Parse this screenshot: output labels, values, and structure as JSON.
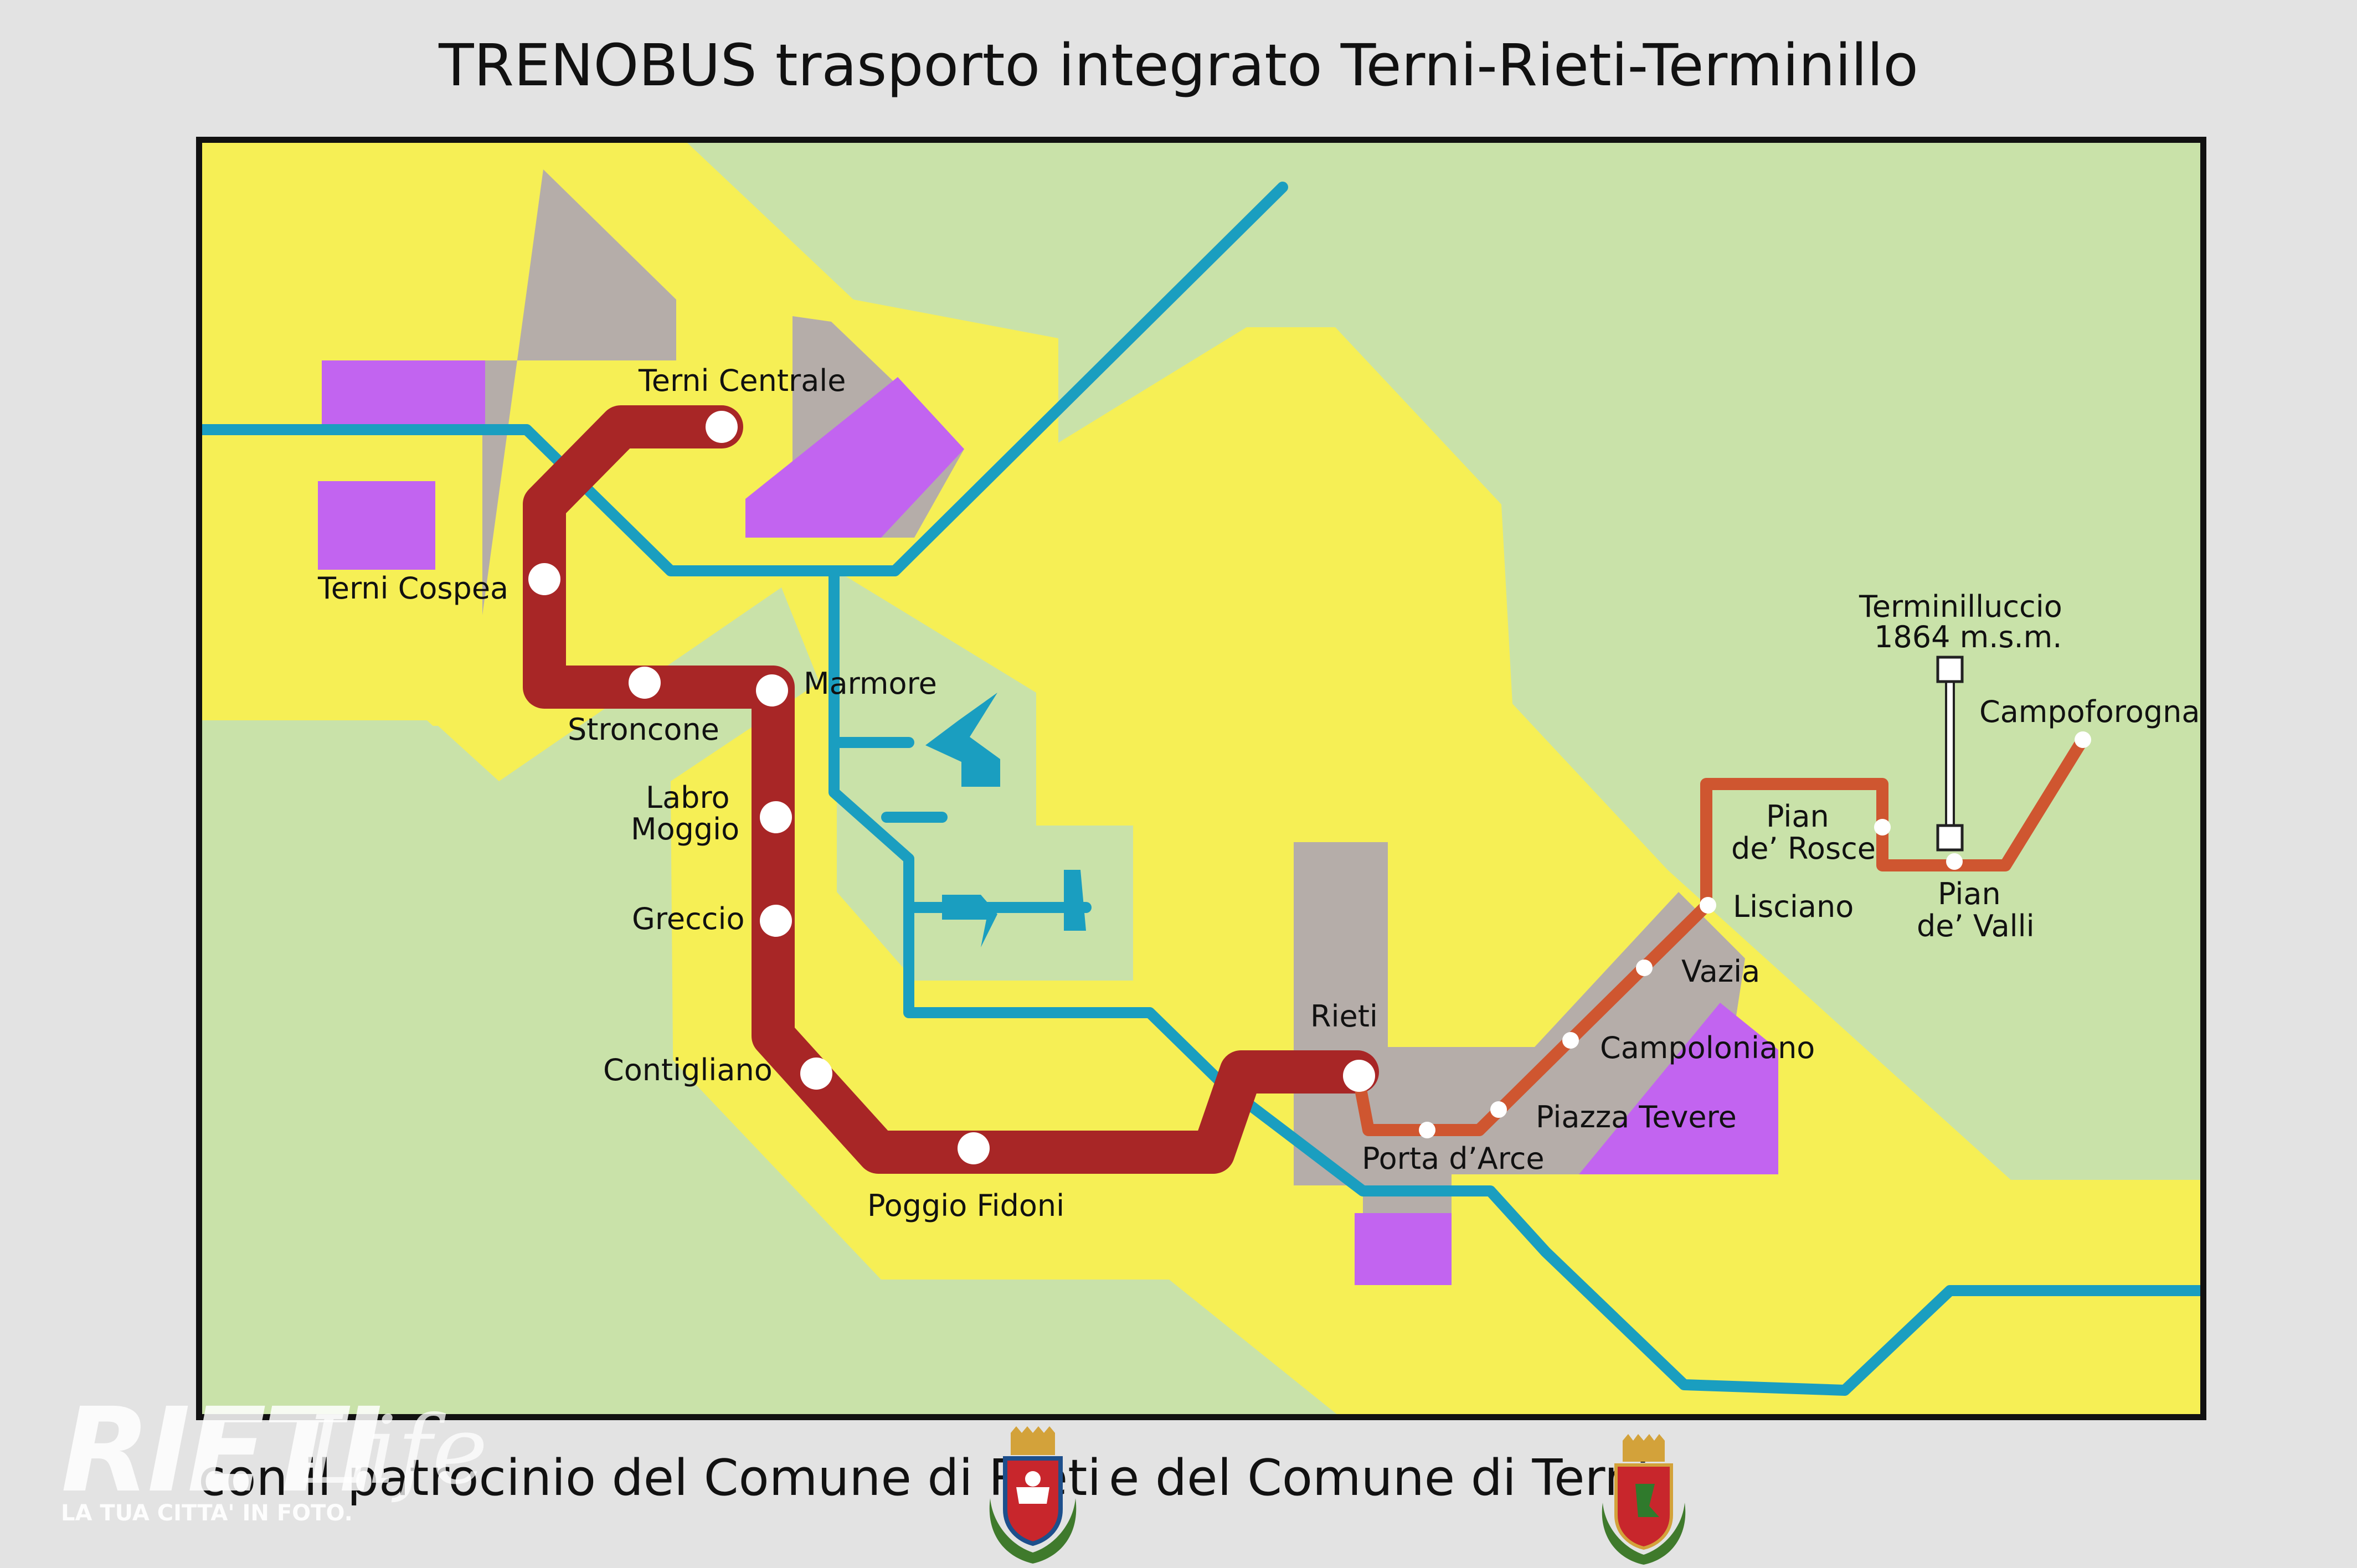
{
  "title": "TRENOBUS trasporto integrato Terni-Rieti-Terminillo",
  "colors": {
    "background": "#e3e3e3",
    "green_zone": "#c9e2a9",
    "yellow_zone": "#f6ef55",
    "urban_area": "#b5ada9",
    "industrial_area": "#c264f0",
    "blue_line": "#1a9ec0",
    "red_line": "#a82626",
    "orange_line": "#cf5630",
    "station_dot": "#ffffff"
  },
  "stations_red_line": [
    {
      "id": "terni-centrale",
      "label": "Terni Centrale"
    },
    {
      "id": "terni-cospea",
      "label": "Terni Cospea"
    },
    {
      "id": "stroncone",
      "label": "Stroncone"
    },
    {
      "id": "marmore",
      "label": "Marmore"
    },
    {
      "id": "labro-moggio",
      "label_line1": "Labro",
      "label_line2": "Moggio"
    },
    {
      "id": "greccio",
      "label": "Greccio"
    },
    {
      "id": "contigliano",
      "label": "Contigliano"
    },
    {
      "id": "poggio-fidoni",
      "label": "Poggio Fidoni"
    },
    {
      "id": "rieti",
      "label": "Rieti"
    }
  ],
  "stations_orange_line": [
    {
      "id": "porta-d-arce",
      "label": "Porta d’Arce"
    },
    {
      "id": "piazza-tevere",
      "label": "Piazza Tevere"
    },
    {
      "id": "campoloniano",
      "label": "Campoloniano"
    },
    {
      "id": "vazia",
      "label": "Vazia"
    },
    {
      "id": "lisciano",
      "label": "Lisciano"
    },
    {
      "id": "pian-de-rosce",
      "label_line1": "Pian",
      "label_line2": "de’ Rosce"
    },
    {
      "id": "pian-de-valli",
      "label_line1": "Pian",
      "label_line2": "de’ Valli"
    },
    {
      "id": "campoforogna",
      "label": "Campoforogna"
    }
  ],
  "cable_car": {
    "top_station_line1": "Terminilluccio",
    "top_station_line2": "1864 m.s.m."
  },
  "footer": {
    "text_part1": "con il patrocinio del Comune di Rieti",
    "text_part2": "e del Comune di Terni",
    "crest_rieti": "coat-of-arms-rieti",
    "crest_terni": "coat-of-arms-terni"
  },
  "watermark": {
    "brand_big": "RIETI",
    "brand_script": "Life",
    "tagline": "LA TUA CITTA' IN FOTO."
  }
}
